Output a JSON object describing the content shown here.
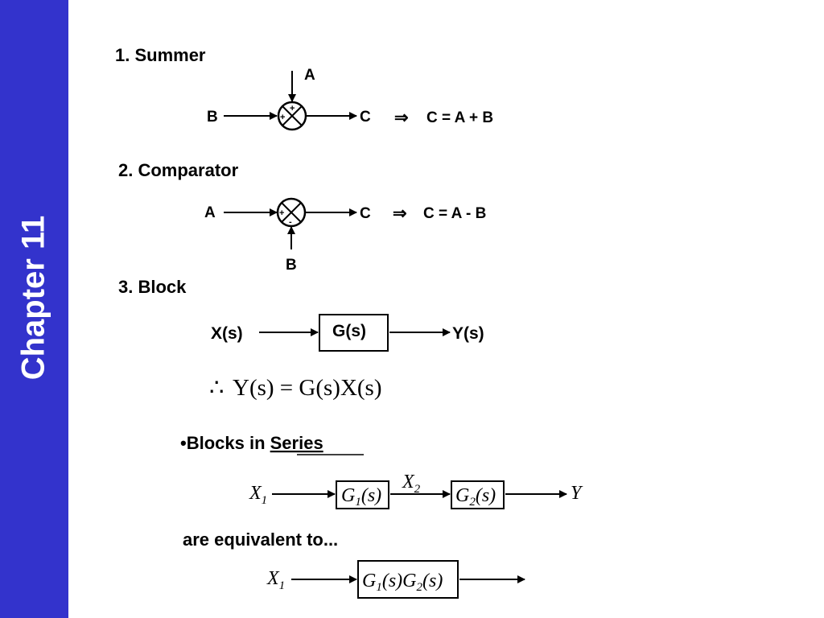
{
  "sidebar": {
    "title": "Chapter 11",
    "color": "#3333cc"
  },
  "summer": {
    "heading": "1.  Summer",
    "in_top": "A",
    "in_left": "B",
    "out": "C",
    "sign_top": "+",
    "sign_left": "+",
    "implies": "⇒",
    "result": "C = A + B"
  },
  "comparator": {
    "heading": "2.  Comparator",
    "in_left": "A",
    "in_bottom": "B",
    "out": "C",
    "sign_left": "+",
    "sign_bottom": "-",
    "implies": "⇒",
    "result": "C = A - B"
  },
  "block": {
    "heading": "3. Block",
    "input": "X(s)",
    "transfer": "G(s)",
    "output": "Y(s)",
    "therefore": "∴",
    "equation": "Y(s) = G(s)X(s)"
  },
  "series": {
    "bullet": "•Blocks in ",
    "bullet_underlined": "Series",
    "x1": "X",
    "x1_sub": "1",
    "g1": "G",
    "g1_sub": "1",
    "g1_arg": "(s)",
    "x2": "X",
    "x2_sub": "2",
    "g2": "G",
    "g2_sub": "2",
    "g2_arg": "(s)",
    "y": "Y",
    "equivalent_text": "are equivalent to...",
    "eq_x1": "X",
    "eq_x1_sub": "1",
    "eq_g1": "G",
    "eq_g1_sub": "1",
    "eq_g1_arg": "(s)",
    "eq_g2": "G",
    "eq_g2_sub": "2",
    "eq_g2_arg": "(s)"
  }
}
